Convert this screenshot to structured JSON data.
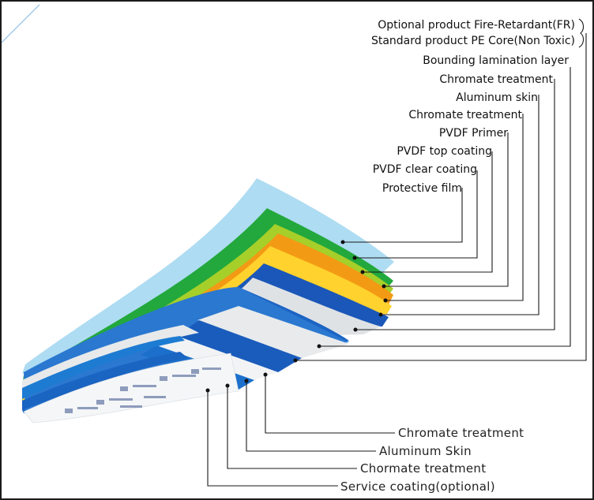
{
  "top_labels": {
    "fr_option": "Optional product Fire-Retardant(FR)",
    "pe_core": "Standard product PE Core(Non Toxic)",
    "bonding": "Bounding lamination layer",
    "chromate_1": "Chromate treatment",
    "aluminum_skin": "Aluminum  skin",
    "chromate_2": "Chromate treatment",
    "pvdf_primer": "PVDF Primer",
    "pvdf_top": "PVDF top coating",
    "pvdf_clear": "PVDF clear coating",
    "protective_film": "Protective film"
  },
  "bottom_labels": {
    "chromate_a": "Chromate treatment",
    "aluminum_skin": "Aluminum Skin",
    "chromate_b": "Chormate treatment",
    "service_coating": "Service coating(optional)"
  },
  "colors": {
    "protective_film": "#a8d8f0",
    "pvdf_clear": "#20a83a",
    "pvdf_top": "#f7c21a",
    "pvdf_primer": "#f39a14",
    "chromate": "#ffd43a",
    "aluminum_blue": "#1a5fc0",
    "core_grey": "#e2e4e6",
    "bottom_blue": "#1f84d6"
  }
}
